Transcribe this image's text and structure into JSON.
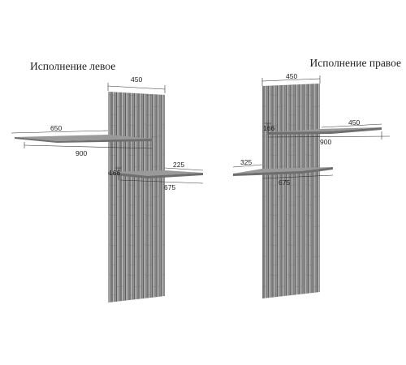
{
  "left_variant": {
    "title": "Исполнение левое",
    "dims": {
      "panel_width": "450",
      "shelf_long_front": "650",
      "shelf_long_total": "900",
      "shelf_short_side": "225",
      "shelf_short_total": "675",
      "shelf_gap": "166"
    }
  },
  "right_variant": {
    "title": "Исполнение правое",
    "dims": {
      "panel_width": "450",
      "shelf_gap": "166",
      "shelf_long_side": "450",
      "shelf_long_total": "900",
      "shelf_short_side": "325",
      "shelf_short_total": "675"
    }
  },
  "colors": {
    "panel_base": "#8f8f8f",
    "slat_dark": "#5a5a5a",
    "slat_light": "#b8b8b8",
    "shelf": "#8a8a8a"
  }
}
